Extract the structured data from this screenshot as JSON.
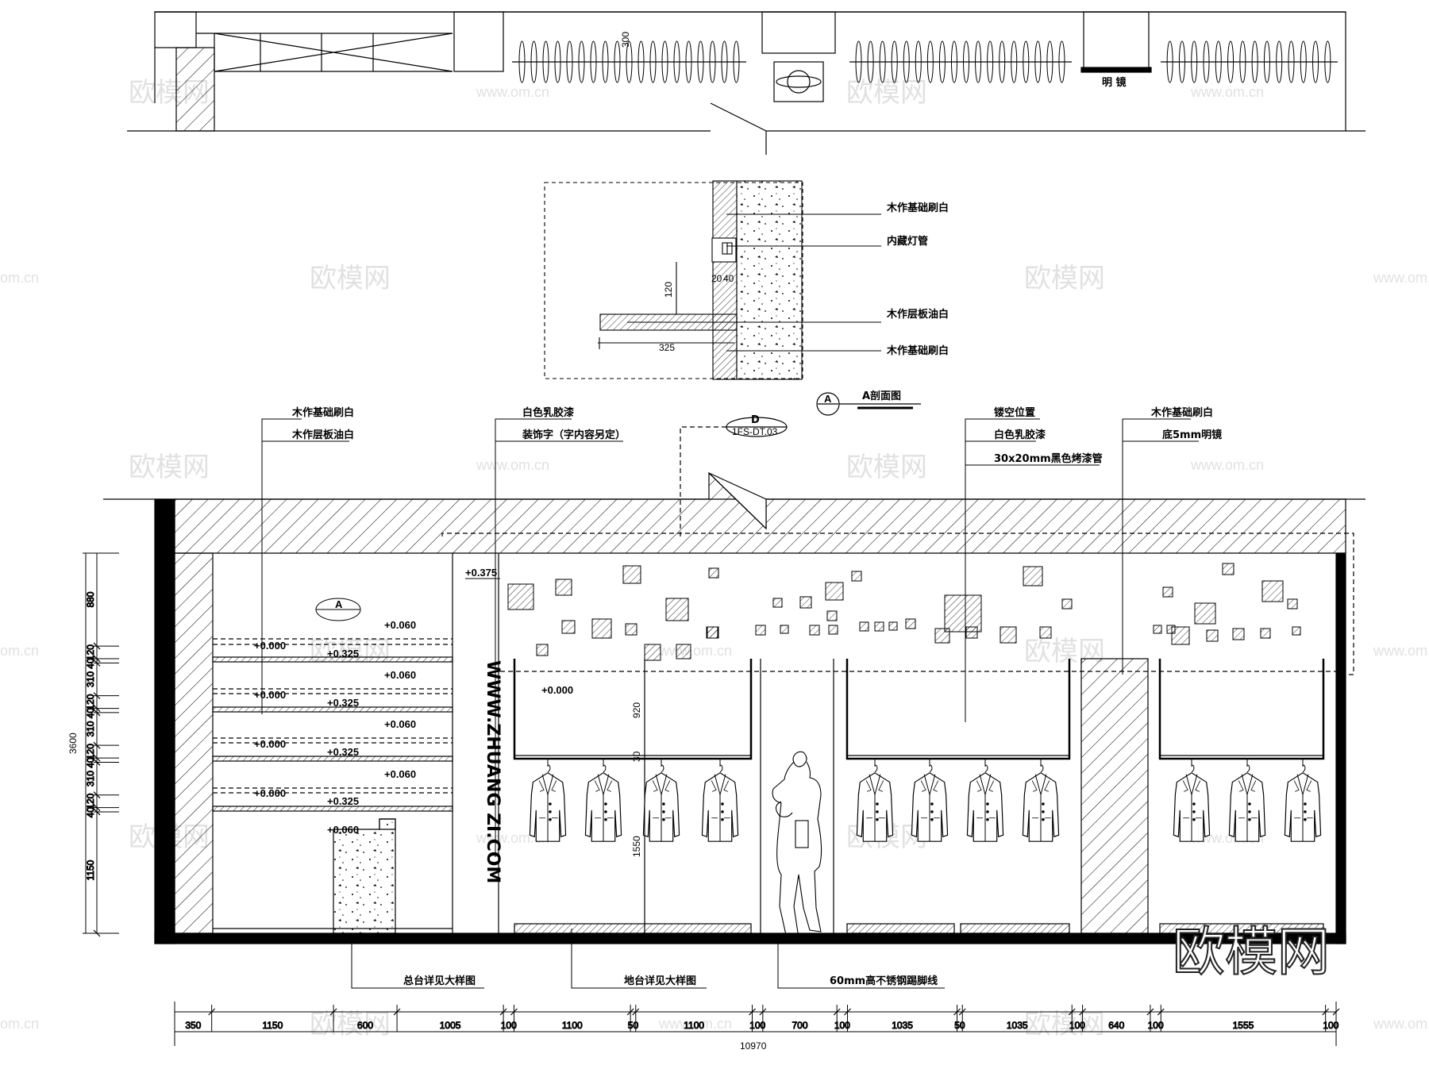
{
  "plan": {
    "mirror_label": "明 镜",
    "dim_rail": "300"
  },
  "section_a": {
    "labels": [
      "木作基础刷白",
      "内藏灯管",
      "木作层板油白",
      "木作基础刷白"
    ],
    "dim_width": "325",
    "dim_height": "120",
    "dim_small": "20",
    "dim_small2": "40"
  },
  "markers": {
    "a_symbol": "A",
    "a_title": "A剖面图",
    "d_symbol": "D",
    "d_ref": "1FS-DT.03"
  },
  "callouts_top": {
    "g1": [
      "木作基础刷白",
      "木作层板油白"
    ],
    "g2": [
      "白色乳胶漆",
      "装饰字（字内容另定）"
    ],
    "g3": [
      "镂空位置",
      "白色乳胶漆",
      "30x20mm黑色烤漆管"
    ],
    "g4": [
      "木作基础刷白",
      "底5mm明镜"
    ]
  },
  "callouts_bottom": [
    "总台详见大样图",
    "地台详见大样图",
    "60mm高不锈钢踢脚线"
  ],
  "vertical_text": "WWW.ZHUANG ZI.COM",
  "levels": {
    "ceiling": "+0.375",
    "zero": "+0.000",
    "shelf_a": "+0.325",
    "shelf_b": "+0.060",
    "desk": "+0.060",
    "left_a_symbol": "A"
  },
  "vertical_dims": {
    "total": "3600",
    "segments": [
      "880",
      "120",
      "40",
      "310",
      "120",
      "40",
      "310",
      "120",
      "40",
      "310",
      "120",
      "40",
      "1150"
    ]
  },
  "inner_dims": {
    "top": "920",
    "bottom": "1550",
    "gap": "30"
  },
  "bottom_dims": {
    "segments": [
      "350",
      "1150",
      "600",
      "1005",
      "100",
      "1100",
      "50",
      "1100",
      "100",
      "700",
      "100",
      "1035",
      "50",
      "1035",
      "100",
      "640",
      "100",
      "1555",
      "100"
    ],
    "total": "10970"
  },
  "watermark": {
    "brand": "欧模网",
    "url": "www.om.cn",
    "url_short": "om.cn"
  }
}
